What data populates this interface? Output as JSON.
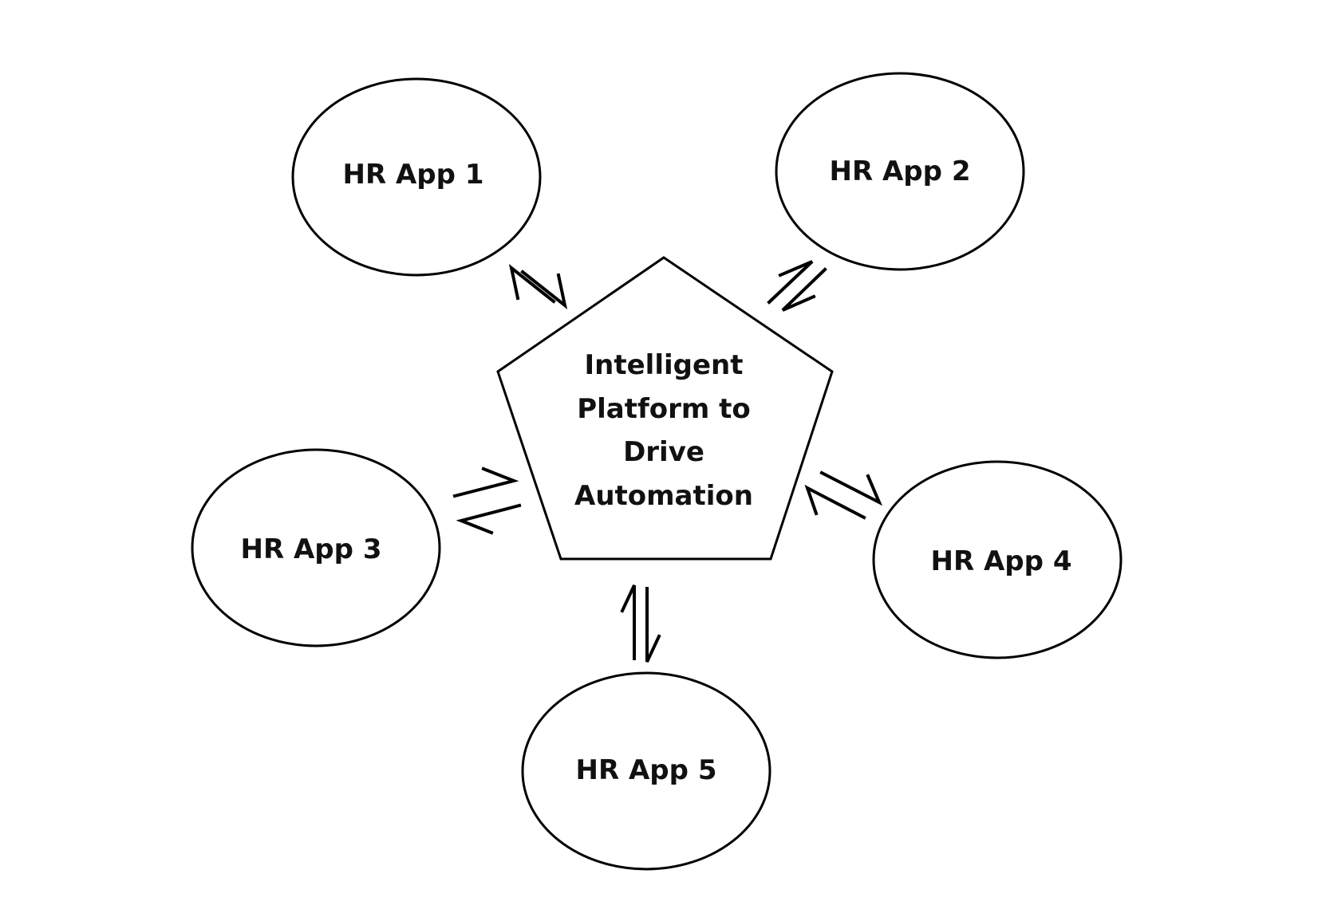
{
  "diagram": {
    "hub": {
      "lines": [
        "Intelligent",
        "Platform to",
        "Drive",
        "Automation"
      ]
    },
    "apps": [
      {
        "label": "HR App 1"
      },
      {
        "label": "HR App 2"
      },
      {
        "label": "HR App 3"
      },
      {
        "label": "HR App 4"
      },
      {
        "label": "HR App 5"
      }
    ],
    "connector": "bidirectional-harpoon"
  }
}
